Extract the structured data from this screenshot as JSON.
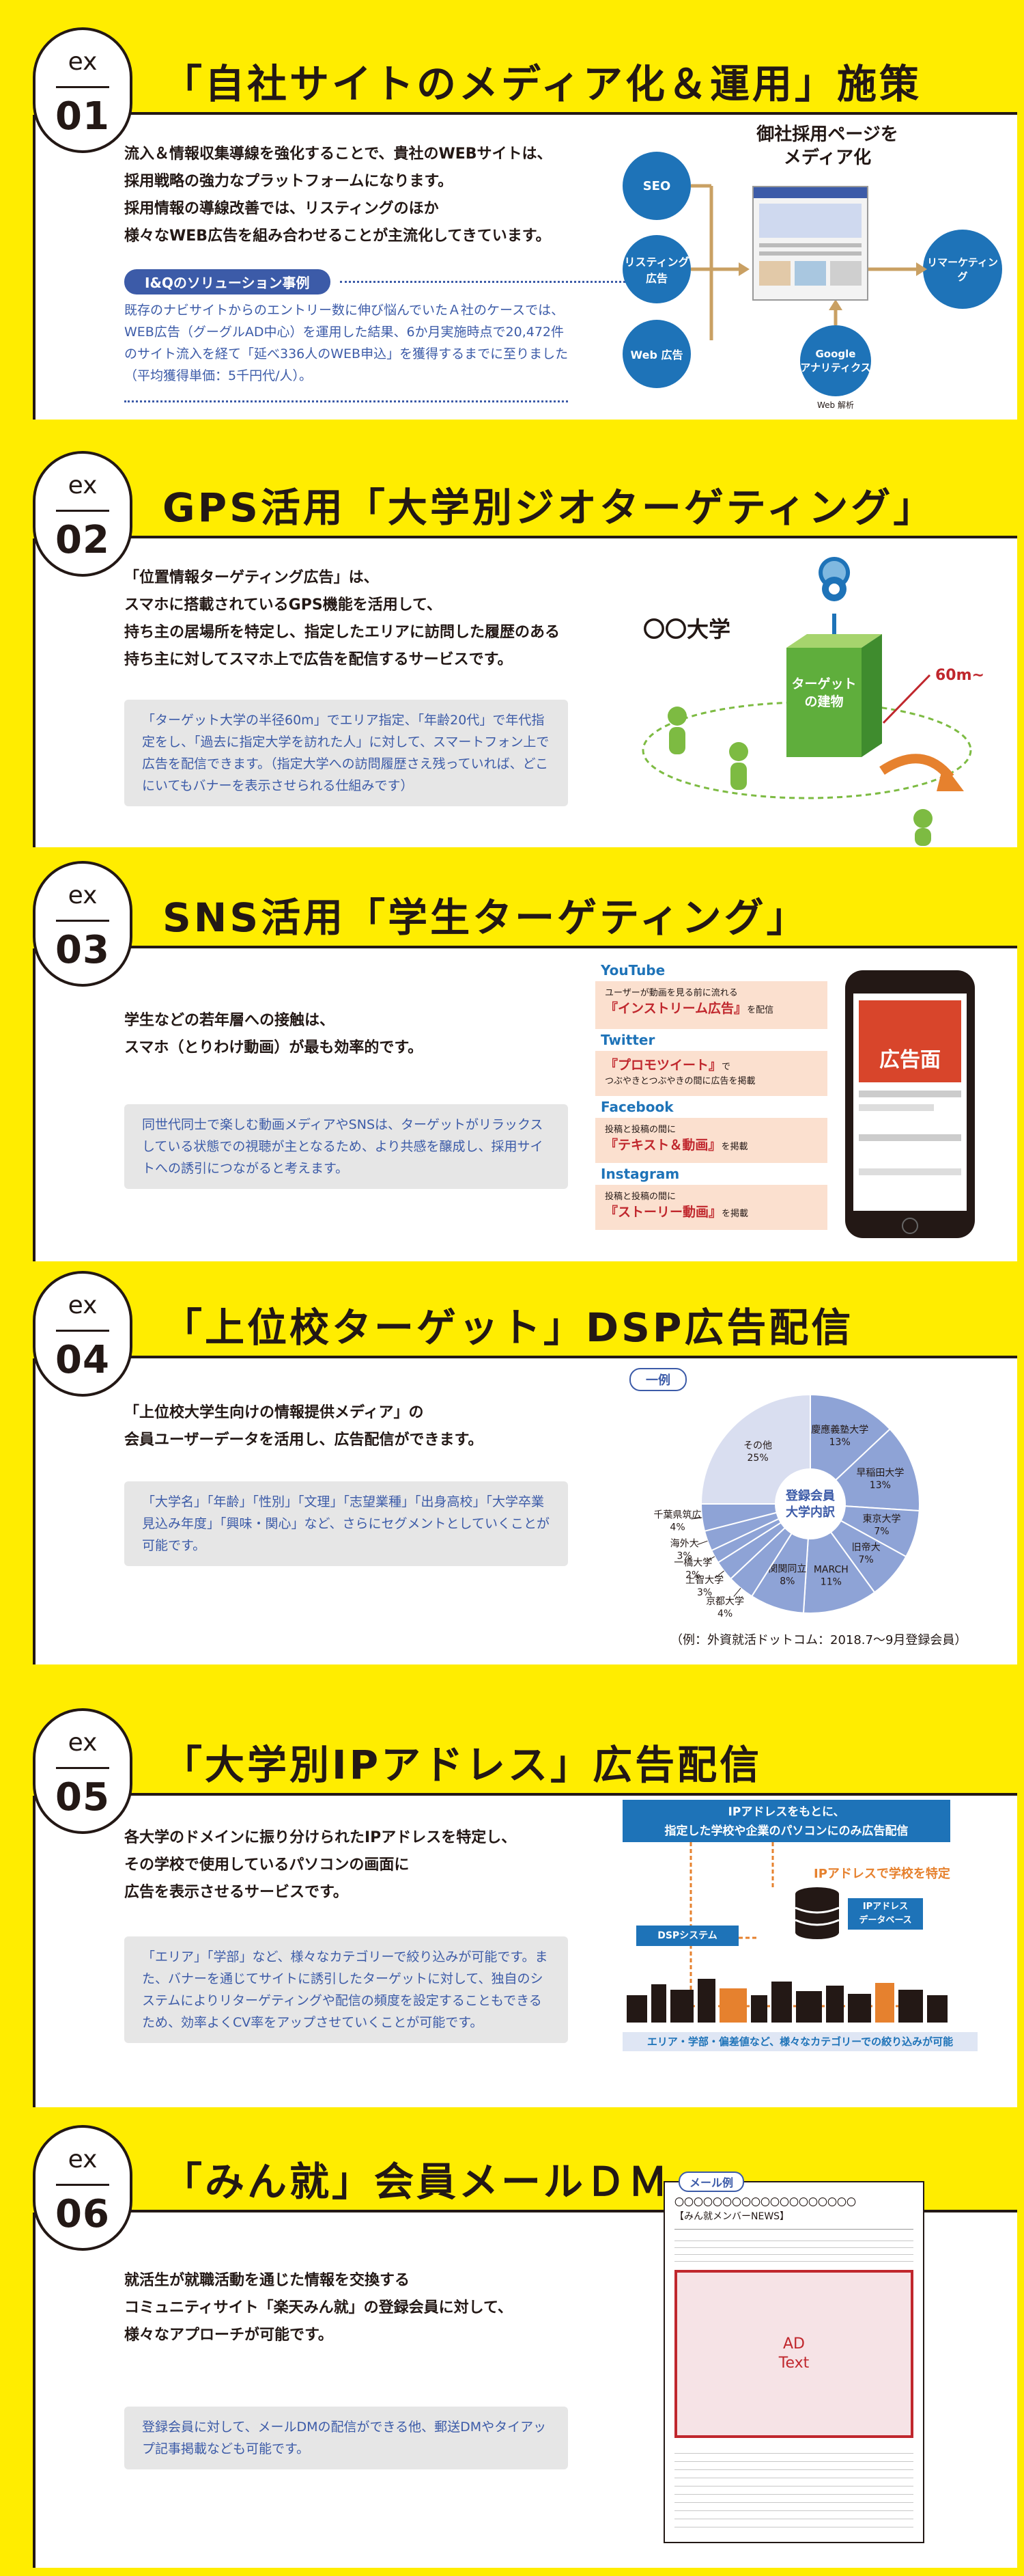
{
  "sections": [
    {
      "ex": "ex",
      "num": "01",
      "title": "「自社サイトのメディア化＆運用」施策",
      "lead": "流入＆情報収集導線を強化することで、貴社のWEBサイトは、\n採用戦略の強力なプラットフォームになります。\n採用情報の導線改善では、リスティングのほか\n様々なWEB広告を組み合わせることが主流化してきています。",
      "tag": "I&Qのソリューション事例",
      "note": "既存のナビサイトからのエントリー数に伸び悩んでいたＡ社のケースでは、WEB広告（グーグルAD中心）を運用した結果、6か月実施時点で20,472件のサイト流入を経て「延べ336人のWEB申込」を獲得するまでに至りました（平均獲得単価：5千円代/人）。",
      "diagram": {
        "heading": "御社採用ページを\nメディア化",
        "seo": "SEO",
        "listing": "リスティング\n広告",
        "web": "Web 広告",
        "ga": "Google\nアナリティクス",
        "ga_sub": "Web 解析",
        "retargeting": "リマーケティング"
      }
    },
    {
      "ex": "ex",
      "num": "02",
      "title": "GPS活用「大学別ジオターゲティング」",
      "lead": "「位置情報ターゲティング広告」は、\nスマホに搭載されているGPS機能を活用して、\n持ち主の居場所を特定し、指定したエリアに訪問した履歴のある\n持ち主に対してスマホ上で広告を配信するサービスです。",
      "note": "「ターゲット大学の半径60m」でエリア指定、「年齢20代」で年代指定をし、「過去に指定大学を訪れた人」に対して、スマートフォン上で広告を配信できます。（指定大学への訪問履歴さえ残っていれば、どこにいてもバナーを表示させられる仕組みです）",
      "diagram": {
        "univ": "〇〇大学",
        "building": "ターゲット\nの建物",
        "radius": "60m~"
      }
    },
    {
      "ex": "ex",
      "num": "03",
      "title": "SNS活用「学生ターゲティング」",
      "lead": "学生などの若年層への接触は、\nスマホ（とりわけ動画）が最も効率的です。",
      "note": "同世代同士で楽しむ動画メディアやSNSは、ターゲットがリラックスしている状態での視聴が主となるため、より共感を醸成し、採用サイトへの誘引につながると考えます。",
      "ads": [
        {
          "name": "YouTube",
          "sub": "ユーザーが動画を見る前に流れる",
          "big": "『インストリーム広告』",
          "tail": "を配信"
        },
        {
          "name": "Twitter",
          "sub": "",
          "big": "『プロモツイート』",
          "tail": "で\nつぶやきとつぶやきの間に広告を掲載"
        },
        {
          "name": "Facebook",
          "sub": "投稿と投稿の間に",
          "big": "『テキスト＆動画』",
          "tail": "を掲載"
        },
        {
          "name": "Instagram",
          "sub": "投稿と投稿の間に",
          "big": "『ストーリー動画』",
          "tail": "を掲載"
        }
      ],
      "phone_label": "広告面"
    },
    {
      "ex": "ex",
      "num": "04",
      "title": "「上位校ターゲット」DSP広告配信",
      "lead": "「上位校大学生向けの情報提供メディア」の\n会員ユーザーデータを活用し、広告配信ができます。",
      "note": "「大学名」「年齢」「性別」「文理」「志望業種」「出身高校」「大学卒業見込み年度」「興味・関心」など、さらにセグメントとしていくことが可能です。",
      "pie_badge": "一例",
      "pie_center": "登録会員\n大学内訳",
      "source": "（例：外資就活ドットコム：2018.7～9月登録会員）"
    },
    {
      "ex": "ex",
      "num": "05",
      "title": "「大学別IPアドレス」広告配信",
      "lead": "各大学のドメインに振り分けられたIPアドレスを特定し、\nその学校で使用しているパソコンの画面に\n広告を表示させるサービスです。",
      "note": "「エリア」「学部」など、様々なカテゴリーで絞り込みが可能です。また、バナーを通じてサイトに誘引したターゲットに対して、独自のシステムによりリターゲティングや配信の頻度を設定することもできるため、効率よくCV率をアップさせていくことが可能です。",
      "diagram": {
        "top": "IPアドレスをもとに、\n指定した学校や企業のパソコンにのみ広告配信",
        "identify": "IPアドレスで学校を特定",
        "db": "IPアドレス\nデータベース",
        "dsp": "DSPシステム",
        "bottom": "エリア・学部・偏差値など、様々なカテゴリーでの絞り込みが可能"
      }
    },
    {
      "ex": "ex",
      "num": "06",
      "title": "「みん就」会員メールＤＭ",
      "lead": "就活生が就職活動を通じた情報を交換する\nコミュニティサイト「楽天みん就」の登録会員に対して、\n様々なアプローチが可能です。",
      "note": "登録会員に対して、メールDMの配信ができる他、郵送DMやタイアップ記事掲載なども可能です。",
      "mail": {
        "badge": "メール例",
        "subject": "〇〇〇〇〇〇〇〇〇〇〇〇〇〇〇〇〇〇〇\n【みん就メンバーNEWS】",
        "ad": "AD\nText"
      }
    }
  ],
  "chart_data": {
    "type": "pie",
    "title": "",
    "slices": [
      {
        "label": "慶應義塾大学",
        "value": 13
      },
      {
        "label": "早稲田大学",
        "value": 13
      },
      {
        "label": "東京大学",
        "value": 7
      },
      {
        "label": "旧帝大",
        "value": 7
      },
      {
        "label": "MARCH",
        "value": 11
      },
      {
        "label": "関関同立",
        "value": 8
      },
      {
        "label": "京都大学",
        "value": 4
      },
      {
        "label": "上智大学",
        "value": 3
      },
      {
        "label": "一橋大学",
        "value": 2
      },
      {
        "label": "海外大",
        "value": 3
      },
      {
        "label": "千葉県筑広",
        "value": 4
      },
      {
        "label": "その他",
        "value": 25
      }
    ],
    "colors": {
      "main": "#8ea3d6",
      "other": "#d9def0",
      "edge": "#ffffff"
    }
  }
}
